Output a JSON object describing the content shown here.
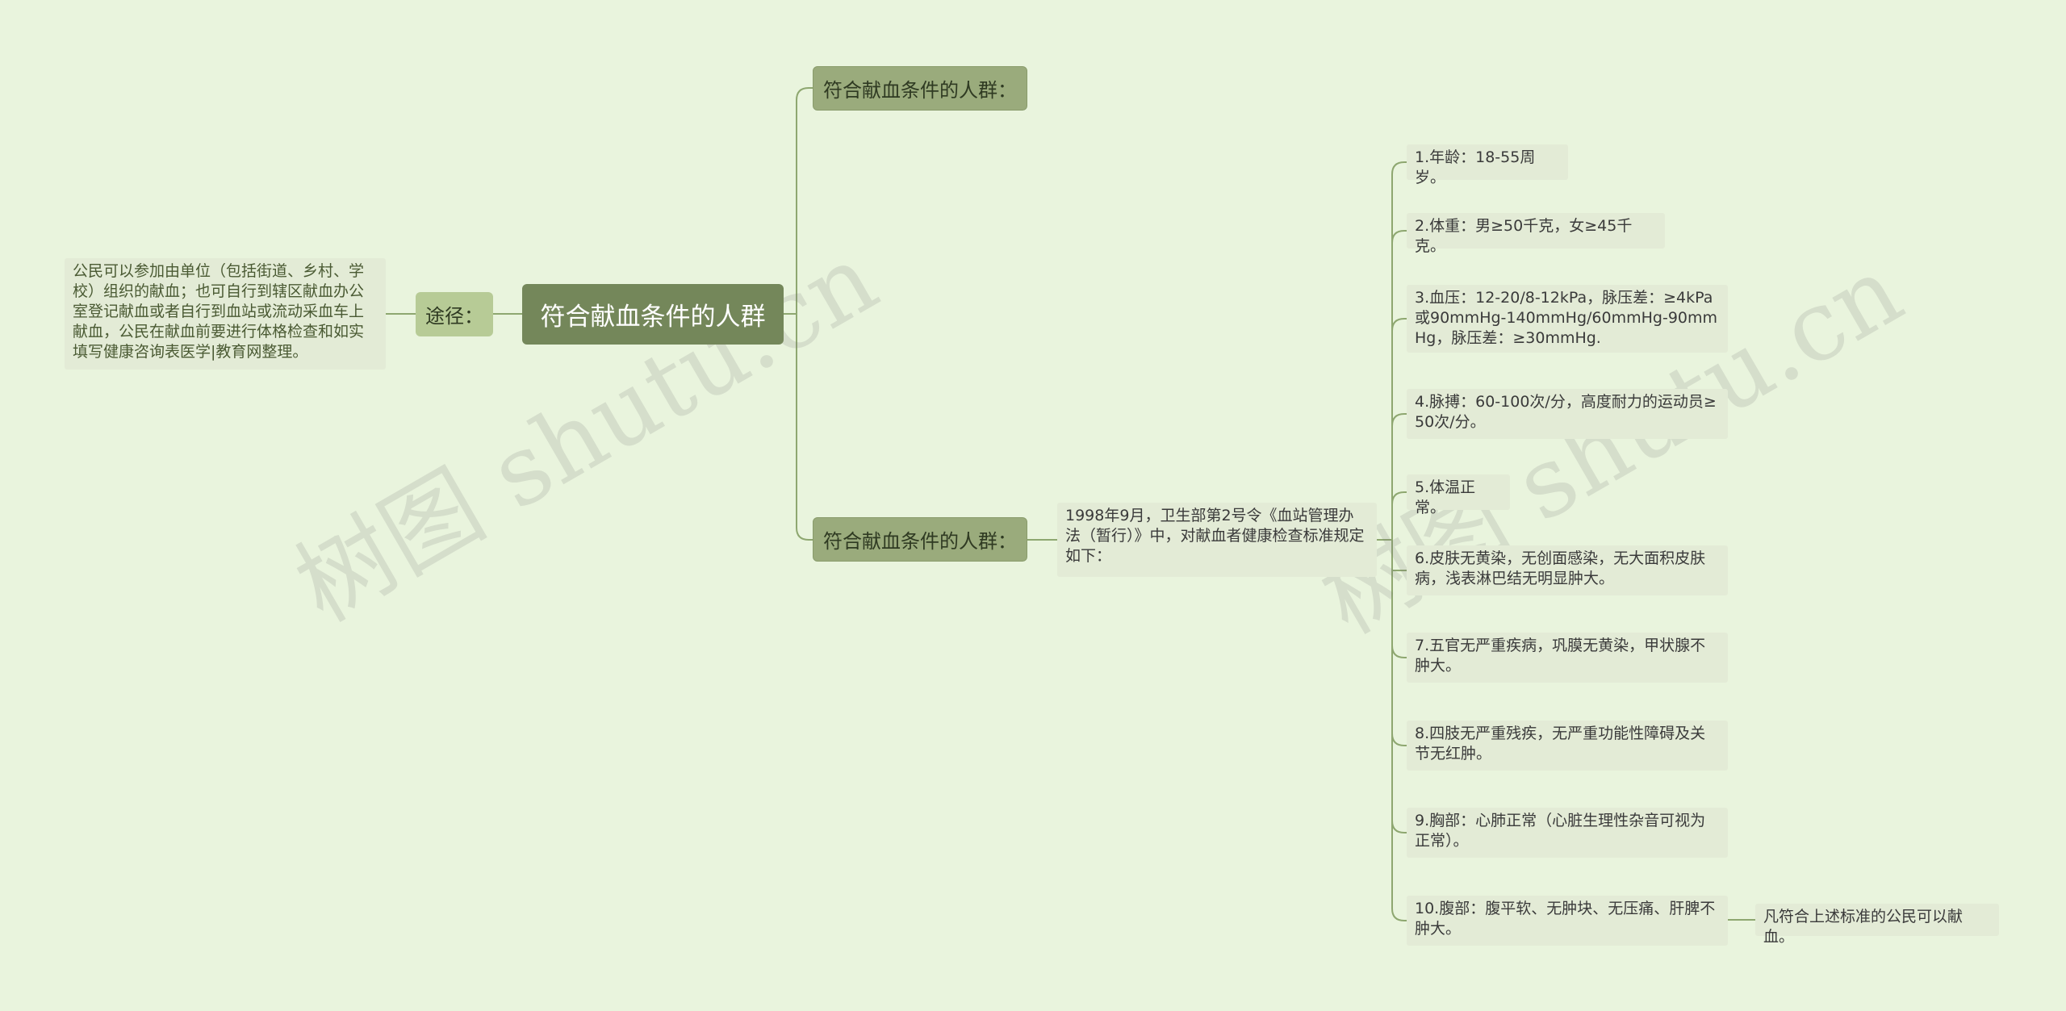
{
  "root": {
    "label": "符合献血条件的人群"
  },
  "branches": {
    "top": {
      "label": "符合献血条件的人群："
    },
    "bottom": {
      "label": "符合献血条件的人群："
    },
    "route": {
      "label": "途径："
    }
  },
  "route_detail": "公民可以参加由单位（包括街道、乡村、学校）组织的献血；也可自行到辖区献血办公室登记献血或者自行到血站或流动采血车上献血，公民在献血前要进行体格检查和如实填写健康咨询表医学|教育网整理。",
  "intro": "1998年9月，卫生部第2号令《血站管理办法（暂行）》中，对献血者健康检查标准规定如下：",
  "criteria": [
    "1.年龄：18-55周岁。",
    "2.体重：男≥50千克，女≥45千克。",
    "3.血压：12-20/8-12kPa，脉压差：≥4kPa或90mmHg-140mmHg/60mmHg-90mmHg，脉压差：≥30mmHg.",
    "4.脉搏：60-100次/分，高度耐力的运动员≥50次/分。",
    "5.体温正常。",
    "6.皮肤无黄染，无创面感染，无大面积皮肤病，浅表淋巴结无明显肿大。",
    "7.五官无严重疾病，巩膜无黄染，甲状腺不肿大。",
    "8.四肢无严重残疾，无严重功能性障碍及关节无红肿。",
    "9.胸部：心肺正常（心脏生理性杂音可视为正常）。",
    "10.腹部：腹平软、无肿块、无压痛、肝脾不肿大。"
  ],
  "final_note": "凡符合上述标准的公民可以献血。",
  "watermark": "树图 shutu.cn",
  "colors": {
    "background": "#e9f4dd",
    "root": "#74875a",
    "branch": "#9aab7c",
    "route": "#b7cb96",
    "line": "#8ea770"
  }
}
